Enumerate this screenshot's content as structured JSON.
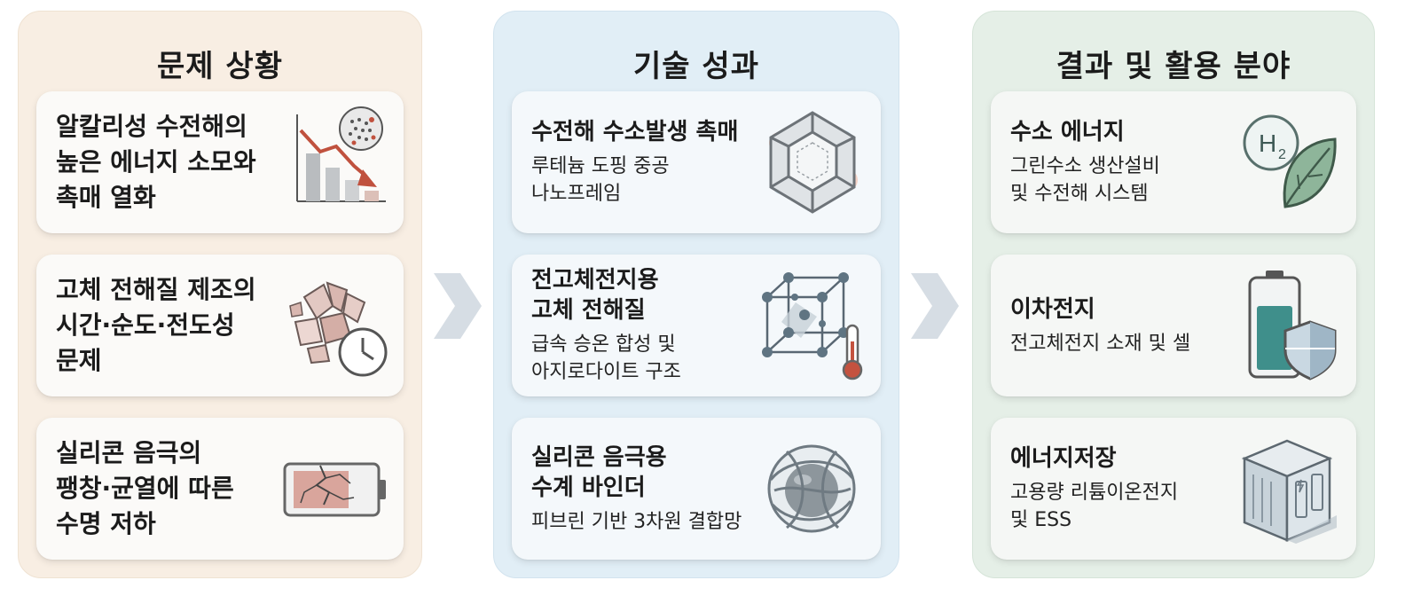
{
  "problem": {
    "title": "문제 상황",
    "cards": [
      {
        "text": "알칼리성 수전해의\n높은 에너지 소모와\n촉매 열화"
      },
      {
        "text": "고체 전해질 제조의\n시간·순도·전도성\n문제"
      },
      {
        "text": "실리콘 음극의\n팽창·균열에 따른\n수명 저하"
      }
    ]
  },
  "tech": {
    "title": "기술 성과",
    "cards": [
      {
        "title": "수전해 수소발생 촉매",
        "desc": "루테늄 도핑 중공\n나노프레임"
      },
      {
        "title": "전고체전지용\n고체 전해질",
        "desc": "급속 승온 합성 및\n아지로다이트 구조"
      },
      {
        "title": "실리콘 음극용\n수계 바인더",
        "desc": "피브린 기반 3차원 결합망"
      }
    ]
  },
  "result": {
    "title": "결과 및 활용 분야",
    "cards": [
      {
        "title": "수소 에너지",
        "desc": "그린수소 생산설비\n및 수전해 시스템"
      },
      {
        "title": "이차전지",
        "desc": "전고체전지 소재 및 셀"
      },
      {
        "title": "에너지저장",
        "desc": "고용량 리튬이온전지\n및 ESS"
      }
    ]
  },
  "icons": {
    "problem": [
      "declining-bar-chart-icon",
      "crumbling-crystal-clock-icon",
      "cracked-battery-icon"
    ],
    "tech": [
      "hollow-nanoframe-icon",
      "crystal-lattice-thermometer-icon",
      "silicon-particle-binder-icon"
    ],
    "result": [
      "h2-leaf-icon",
      "battery-shield-icon",
      "energy-storage-cabinet-icon"
    ],
    "flow": "chevron-right-icon"
  },
  "colors": {
    "problem_panel": "#f8eee3",
    "tech_panel": "#e1eef6",
    "result_panel": "#e5efe7",
    "arrow": "#d6dde4"
  }
}
